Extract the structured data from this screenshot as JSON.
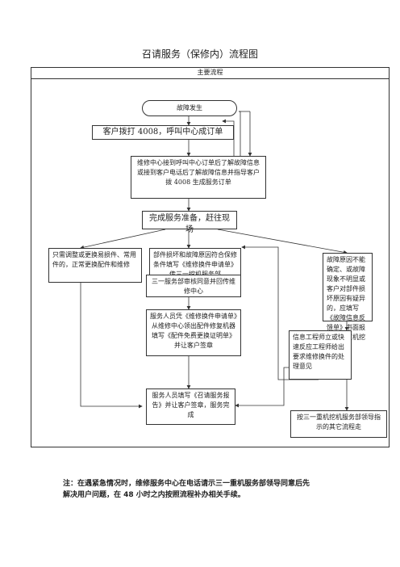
{
  "title": "召请服务（保修内）流程图",
  "section_header": "主要流程",
  "nodes": {
    "fault": "故障发生",
    "call": "客户拨打 4008，呼叫中心成订单",
    "repair_center": "维修中心接到呼叫中心订单后了解故障信息或接到客户电话后了解故障信息并指导客户拨 4008 生成服务订单",
    "prepare": "完成服务准备，赶往现场",
    "adjust": "只需调整或更换易损件、常用件的，正常更换配件和维修",
    "parts_form": "部件损坏和故障原因符合保修条件填写《维修换件申请单》传三一挖机服务部",
    "audit": "三一服务部审核同意并回传维修中心",
    "staff_parts": "服务人员凭《维修换件申请单》从维修中心领出配件修复机器填写《配件免费更换证明单》并让客户签章",
    "staff_order": "服务人员填写《召请服务报告》并让客户签章，服务完成",
    "unknown_cause": "故障原因不能确定、或故障现象不明显或客户对部件损坏原因有疑异的，应填写《故障信息反馈单》书面报告三一重机挖机服务",
    "info_engineer": "信息工程师立或快速反应工程师给出要求维修换件的处理意见",
    "follow_leader": "按三一重机挖机服务部领导指示的其它流程走"
  },
  "note": {
    "line1": "注：在遇紧急情况时，维修服务中心在电话请示三一重机服务部领导同意后先",
    "line2": "解决用户问题，在 48 小时之内按照流程补办相关手续。"
  }
}
